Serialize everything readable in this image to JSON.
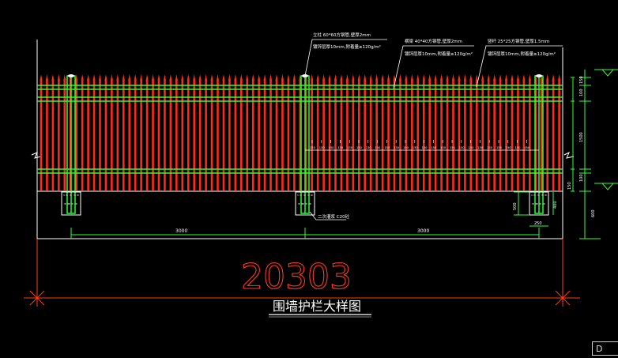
{
  "drawing": {
    "title": "围墙护栏大样图",
    "dimension_total": "20303",
    "dimension_left_span": "3000",
    "dimension_right_span": "3000",
    "footing_note": "二次灌浆 C20砼",
    "annotations": [
      {
        "line1": "立柱 60*60方钢管,壁厚2mm",
        "line2": "镀锌层厚10mm,附着量≥120g/m²"
      },
      {
        "line1": "横梁 40*40方钢管,壁厚2mm",
        "line2": "镀锌层厚10mm,附着量≥120g/m²"
      },
      {
        "line1": "竖杆 25*25方钢管,壁厚1.5mm",
        "line2": "镀锌层厚10mm,附着量≥120g/m²"
      }
    ],
    "bar_spacing_label": "150",
    "right_dims": [
      "150",
      "100",
      "1500",
      "100",
      "150",
      "600"
    ],
    "footing_dims": [
      "500",
      "400",
      "250"
    ],
    "tab_label": "D"
  },
  "colors": {
    "background": "#000000",
    "pickets": "#ff2a1a",
    "posts": "#22ff33",
    "white_lines": "#ffffff",
    "dimension_red": "#ff3b1a",
    "dimension_green": "#35ff3a",
    "title_white": "#ffffff"
  }
}
